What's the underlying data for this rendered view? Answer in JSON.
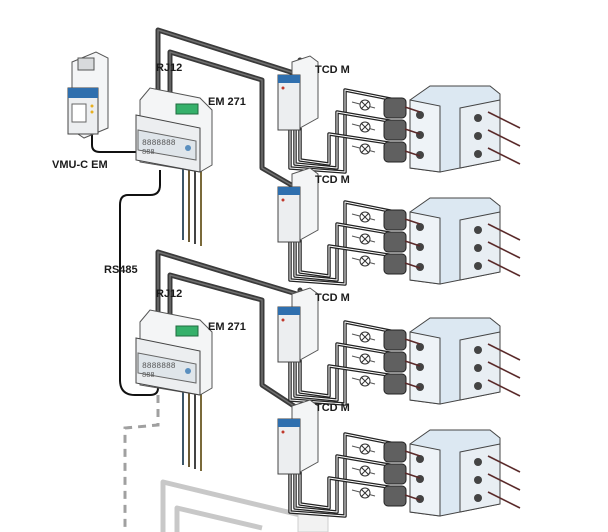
{
  "diagram": {
    "title": "EM 271 energy meters with VMU-C EM gateway, RS485 bus and TCD M current sensor modules",
    "labels": {
      "gateway": "VMU-C EM",
      "bus": "RS485",
      "connector_top": "RJ12",
      "connector_bottom": "RJ12",
      "meter_top": "EM 271",
      "meter_bottom": "EM 271",
      "tcd_1": "TCD M",
      "tcd_2": "TCD M",
      "tcd_3": "TCD M",
      "tcd_4": "TCD M"
    },
    "nodes": [
      {
        "id": "vmu",
        "label": "VMU-C EM",
        "type": "gateway"
      },
      {
        "id": "em1",
        "label": "EM 271",
        "type": "energy-meter"
      },
      {
        "id": "em2",
        "label": "EM 271",
        "type": "energy-meter"
      },
      {
        "id": "tcd1",
        "label": "TCD M",
        "type": "current-sensor-module"
      },
      {
        "id": "tcd2",
        "label": "TCD M",
        "type": "current-sensor-module"
      },
      {
        "id": "tcd3",
        "label": "TCD M",
        "type": "current-sensor-module"
      },
      {
        "id": "tcd4",
        "label": "TCD M",
        "type": "current-sensor-module"
      },
      {
        "id": "brk1",
        "label": "",
        "type": "3-pole-breaker"
      },
      {
        "id": "brk2",
        "label": "",
        "type": "3-pole-breaker"
      },
      {
        "id": "brk3",
        "label": "",
        "type": "3-pole-breaker"
      },
      {
        "id": "brk4",
        "label": "",
        "type": "3-pole-breaker"
      }
    ],
    "edges": [
      {
        "from": "vmu",
        "to": "em1",
        "label": ""
      },
      {
        "from": "em1",
        "to": "em2",
        "label": "RS485"
      },
      {
        "from": "em1",
        "to": "tcd1",
        "label": "RJ12"
      },
      {
        "from": "em1",
        "to": "tcd2",
        "label": "RJ12"
      },
      {
        "from": "em2",
        "to": "tcd3",
        "label": "RJ12"
      },
      {
        "from": "em2",
        "to": "tcd4",
        "label": "RJ12"
      },
      {
        "from": "tcd1",
        "to": "brk1",
        "label": ""
      },
      {
        "from": "tcd2",
        "to": "brk2",
        "label": ""
      },
      {
        "from": "tcd3",
        "to": "brk3",
        "label": ""
      },
      {
        "from": "tcd4",
        "to": "brk4",
        "label": ""
      },
      {
        "from": "em2",
        "to": "next",
        "label": "",
        "style": "dashed"
      }
    ]
  }
}
